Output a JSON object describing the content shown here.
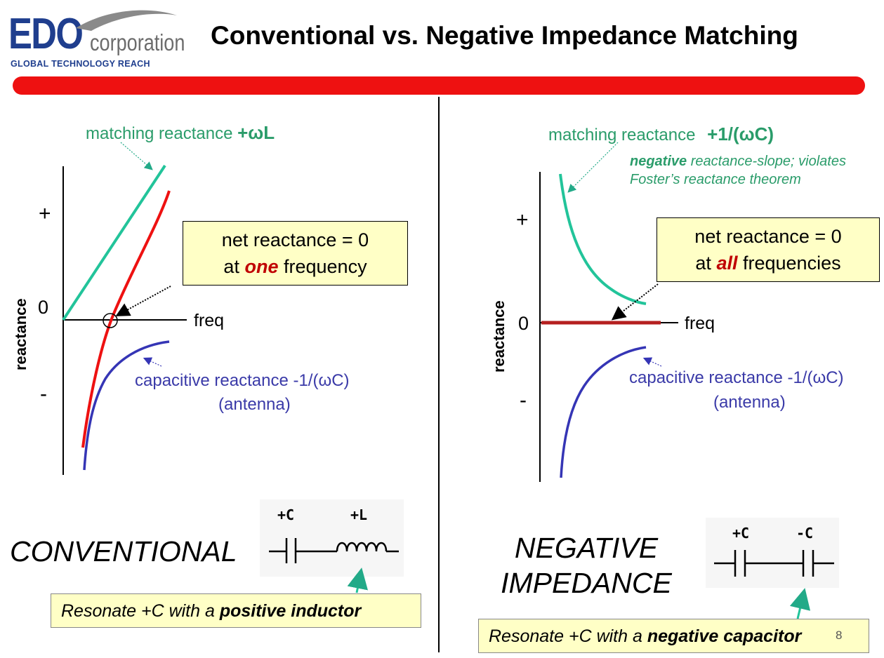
{
  "header": {
    "logo_main": "EDO",
    "logo_sub": "corporation",
    "logo_tagline": "GLOBAL TECHNOLOGY REACH",
    "title": "Conventional vs. Negative Impedance Matching"
  },
  "left_panel": {
    "matching_label": "matching reactance",
    "matching_formula": "+ωL",
    "plus_sign": "+",
    "zero_label": "0",
    "minus_sign": "-",
    "axis_label": "reactance",
    "freq_label": "freq",
    "net_line1": "net reactance = 0",
    "net_line2_pre": "at",
    "net_line2_em": "one",
    "net_line2_post": "frequency",
    "cap_label": "capacitive reactance  -1/(ωC)",
    "cap_sub": "(antenna)",
    "section_label": "CONVENTIONAL",
    "circuit_c": "+C",
    "circuit_l": "+L",
    "note_pre": "Resonate +C with a",
    "note_bold": "positive inductor"
  },
  "right_panel": {
    "matching_label": "matching reactance",
    "matching_formula": "+1/(ωC)",
    "slope_bold": "negative",
    "slope_rest": "reactance-slope; violates",
    "slope_line2": "Foster’s reactance theorem",
    "plus_sign": "+",
    "zero_label": "0",
    "minus_sign": "-",
    "axis_label": "reactance",
    "freq_label": "freq",
    "net_line1": "net reactance = 0",
    "net_line2_pre": "at",
    "net_line2_em": "all",
    "net_line2_post": "frequencies",
    "cap_label": "capacitive reactance  -1/(ωC)",
    "cap_sub": "(antenna)",
    "section_line1": "NEGATIVE",
    "section_line2": "IMPEDANCE",
    "circuit_c1": "+C",
    "circuit_c2": "-C",
    "note_pre": "Resonate +C with a",
    "note_bold": "negative capacitor",
    "page_number": "8"
  },
  "colors": {
    "accent_red": "#ee1111",
    "matching_green": "#22c49a",
    "net_red": "#ee1111",
    "capacitive_blue": "#3535b5",
    "label_green": "#2a9c6a",
    "brand_blue": "#1f3e8e",
    "box_fill": "#ffffc6"
  }
}
